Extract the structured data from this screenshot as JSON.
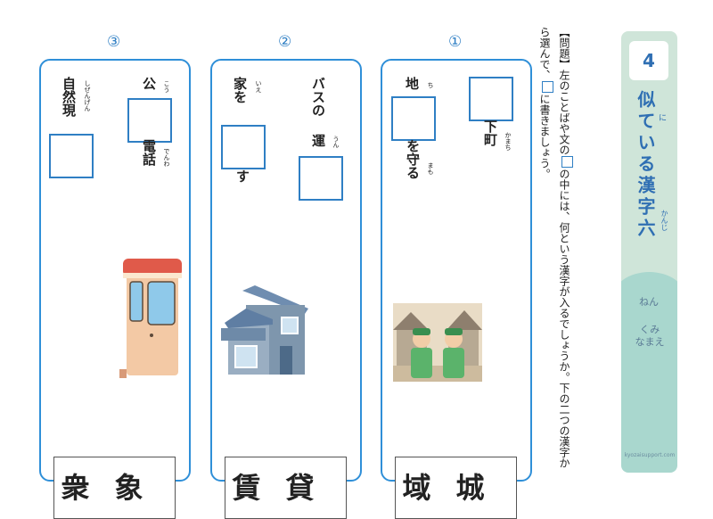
{
  "sheet": {
    "number": "4",
    "title_text": "似ている漢字六",
    "title_ruby_ni": "に",
    "title_ruby_kanji": "かんじ",
    "nen": "ねん",
    "kumi": "くみ",
    "namae": "なまえ",
    "site": "kyozaisupport.com"
  },
  "instructions": {
    "line1": "【問題】左のことばや文の",
    "line1b": "の中には、何という漢字が入るでしょうか。下の二つの漢字から選ん",
    "line2": "で、",
    "line2b": "に書きましょう。"
  },
  "panels": [
    {
      "number": "①",
      "col_right_top": "下町",
      "col_right_ruby": "かまち",
      "col_left_top": "地",
      "col_left_ruby_top": "ち",
      "col_left_bottom": "を守る",
      "col_left_ruby_bottom": "まも",
      "choices": "域城",
      "image": "town-watch-illustration"
    },
    {
      "number": "②",
      "col_right_top": "バスの",
      "col_right_mid": "運",
      "col_right_ruby": "うん",
      "col_left_top": "家を",
      "col_left_ruby": "いえ",
      "col_left_bottom": "す",
      "choices": "賃貸",
      "image": "house-illustration"
    },
    {
      "number": "③",
      "col_right_top": "公",
      "col_right_ruby_top": "こう",
      "col_right_bottom": "電話",
      "col_right_ruby_bottom": "でんわ",
      "col_left_top": "自然現",
      "col_left_ruby": "しぜんげん",
      "choices": "衆象",
      "image": "phone-booth-illustration"
    }
  ],
  "colors": {
    "accent": "#2f8fd8",
    "strip_top": "#cfe5d9",
    "strip_bottom": "#a9d7ce",
    "title": "#2f6fb3"
  }
}
